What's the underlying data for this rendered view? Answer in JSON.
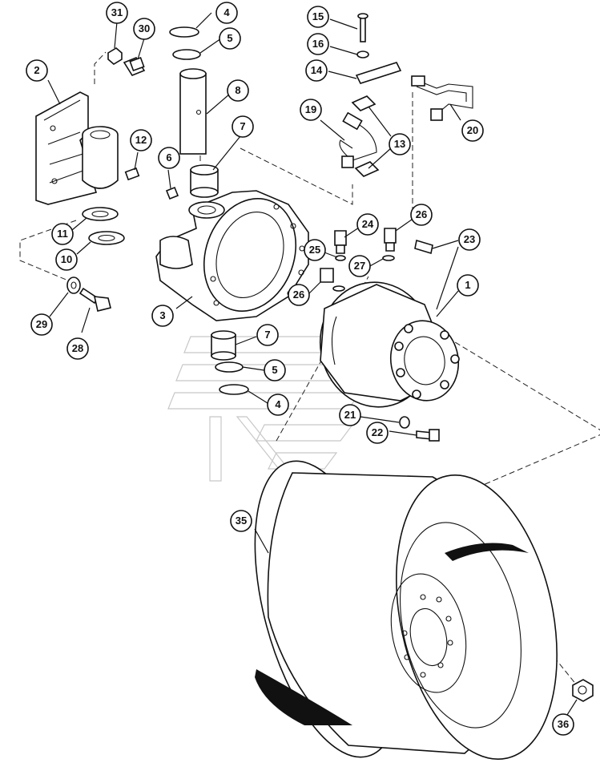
{
  "diagram": {
    "type": "exploded-parts-view",
    "callouts": [
      {
        "id": "c31",
        "label": "31"
      },
      {
        "id": "c30",
        "label": "30"
      },
      {
        "id": "c4a",
        "label": "4"
      },
      {
        "id": "c5a",
        "label": "5"
      },
      {
        "id": "c2",
        "label": "2"
      },
      {
        "id": "c8",
        "label": "8"
      },
      {
        "id": "c12",
        "label": "12"
      },
      {
        "id": "c7a",
        "label": "7"
      },
      {
        "id": "c6",
        "label": "6"
      },
      {
        "id": "c11",
        "label": "11"
      },
      {
        "id": "c10",
        "label": "10"
      },
      {
        "id": "c29",
        "label": "29"
      },
      {
        "id": "c28",
        "label": "28"
      },
      {
        "id": "c3",
        "label": "3"
      },
      {
        "id": "c15",
        "label": "15"
      },
      {
        "id": "c16",
        "label": "16"
      },
      {
        "id": "c14",
        "label": "14"
      },
      {
        "id": "c19",
        "label": "19"
      },
      {
        "id": "c13",
        "label": "13"
      },
      {
        "id": "c20",
        "label": "20"
      },
      {
        "id": "c24",
        "label": "24"
      },
      {
        "id": "c26a",
        "label": "26"
      },
      {
        "id": "c25",
        "label": "25"
      },
      {
        "id": "c27",
        "label": "27"
      },
      {
        "id": "c26b",
        "label": "26"
      },
      {
        "id": "c23",
        "label": "23"
      },
      {
        "id": "c1",
        "label": "1"
      },
      {
        "id": "c7b",
        "label": "7"
      },
      {
        "id": "c5b",
        "label": "5"
      },
      {
        "id": "c4b",
        "label": "4"
      },
      {
        "id": "c21",
        "label": "21"
      },
      {
        "id": "c22",
        "label": "22"
      },
      {
        "id": "c35",
        "label": "35"
      },
      {
        "id": "c36",
        "label": "36"
      }
    ]
  }
}
